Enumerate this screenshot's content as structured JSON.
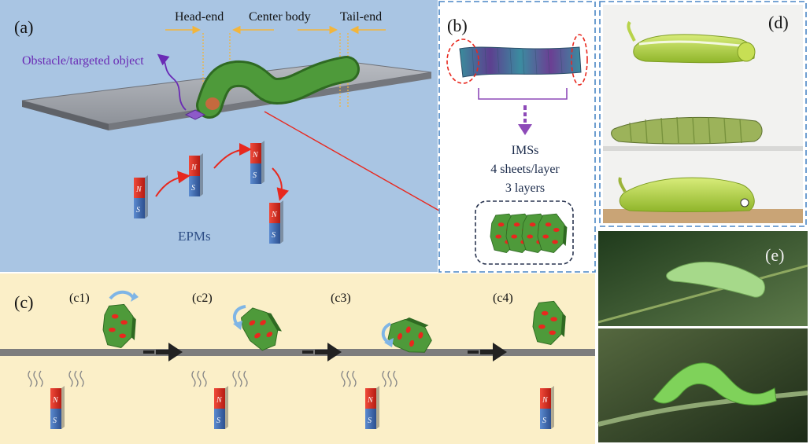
{
  "panel_a": {
    "tag": "(a)",
    "head_end": "Head-end",
    "center_body": "Center body",
    "tail_end": "Tail-end",
    "obstacle": "Obstacle/targeted object",
    "epms": "EPMs"
  },
  "panel_b": {
    "tag": "(b)",
    "imss": "IMSs",
    "sheets": "4 sheets/layer",
    "layers": "3 layers"
  },
  "panel_c": {
    "tag": "(c)",
    "steps": [
      "(c1)",
      "(c2)",
      "(c3)",
      "(c4)"
    ]
  },
  "panel_d": {
    "tag": "(d)"
  },
  "panel_e": {
    "tag": "(e)"
  },
  "magnet": {
    "north": "N",
    "south": "S"
  },
  "colors": {
    "panel_a_bg": "#a9c5e3",
    "panel_c_bg": "#fbefc8",
    "sheet_green": "#4e9a3a",
    "sheet_dot": "#e8281e",
    "magnet_north": "#e8281e",
    "magnet_south": "#3f6fb7",
    "annotation_purple": "#6a2bb5",
    "dimension_yellow": "#f2b53c",
    "arrow_red": "#e8281e"
  }
}
